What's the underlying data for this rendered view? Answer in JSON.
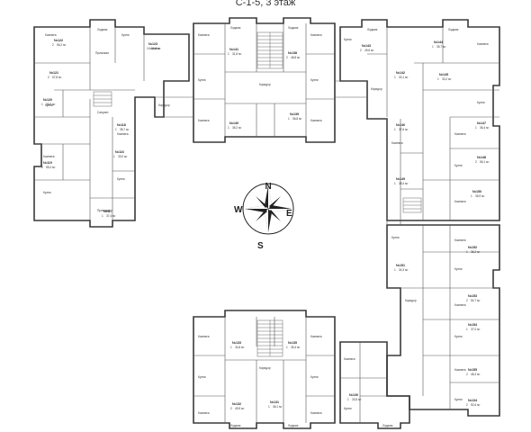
{
  "title": "С-1-5, 3 этаж",
  "compass": {
    "n": "N",
    "e": "E",
    "s": "S",
    "w": "W"
  },
  "rooms": {
    "kitchen": "Кухня",
    "room": "Комната",
    "hall": "Прихожая",
    "bath": "Санузел",
    "balcony": "Лоджия",
    "corridor": "Коридор"
  },
  "apartments": [
    {
      "no": "№122",
      "rooms": "2",
      "area": "56,2 м²"
    },
    {
      "no": "№123",
      "rooms": "1",
      "area": "34,6 м²"
    },
    {
      "no": "№121",
      "rooms": "2",
      "area": "57,8 м²"
    },
    {
      "no": "№120",
      "rooms": "1",
      "area": "36,9 м²"
    },
    {
      "no": "№119",
      "rooms": "2",
      "area": "55,4 м²"
    },
    {
      "no": "№118",
      "rooms": "1",
      "area": "38,7 м²"
    },
    {
      "no": "№117",
      "rooms": "1",
      "area": "37,4 м²"
    },
    {
      "no": "№116",
      "rooms": "1",
      "area": "33,0 м²"
    },
    {
      "no": "№141",
      "rooms": "1",
      "area": "31,8 м²"
    },
    {
      "no": "№140",
      "rooms": "1",
      "area": "35,2 м²"
    },
    {
      "no": "№138",
      "rooms": "2",
      "area": "48,8 м²"
    },
    {
      "no": "№139",
      "rooms": "1",
      "area": "36,8 м²"
    },
    {
      "no": "№143",
      "rooms": "2",
      "area": "49,6 м²"
    },
    {
      "no": "№142",
      "rooms": "1",
      "area": "30,1 м²"
    },
    {
      "no": "№144",
      "rooms": "1",
      "area": "35,7 м²"
    },
    {
      "no": "№145",
      "rooms": "1",
      "area": "33,2 м²"
    },
    {
      "no": "№146",
      "rooms": "1",
      "area": "37,6 м²"
    },
    {
      "no": "№147",
      "rooms": "1",
      "area": "36,4 м²"
    },
    {
      "no": "№148",
      "rooms": "2",
      "area": "56,1 м²"
    },
    {
      "no": "№149",
      "rooms": "1",
      "area": "38,4 м²"
    },
    {
      "no": "№150",
      "rooms": "1",
      "area": "35,9 м²"
    },
    {
      "no": "№151",
      "rooms": "1",
      "area": "34,3 м²"
    },
    {
      "no": "№152",
      "rooms": "1",
      "area": "36,2 м²"
    },
    {
      "no": "№153",
      "rooms": "2",
      "area": "54,7 м²"
    },
    {
      "no": "№154",
      "rooms": "1",
      "area": "37,0 м²"
    },
    {
      "no": "№155",
      "rooms": "2",
      "area": "48,3 м²"
    },
    {
      "no": "№134",
      "rooms": "2",
      "area": "52,6 м²"
    },
    {
      "no": "№133",
      "rooms": "1",
      "area": "34,8 м²"
    },
    {
      "no": "№135",
      "rooms": "1",
      "area": "35,4 м²"
    },
    {
      "no": "№132",
      "rooms": "2",
      "area": "49,9 м²"
    },
    {
      "no": "№131",
      "rooms": "1",
      "area": "36,1 м²"
    },
    {
      "no": "№130",
      "rooms": "1",
      "area": "33,5 м²"
    }
  ]
}
